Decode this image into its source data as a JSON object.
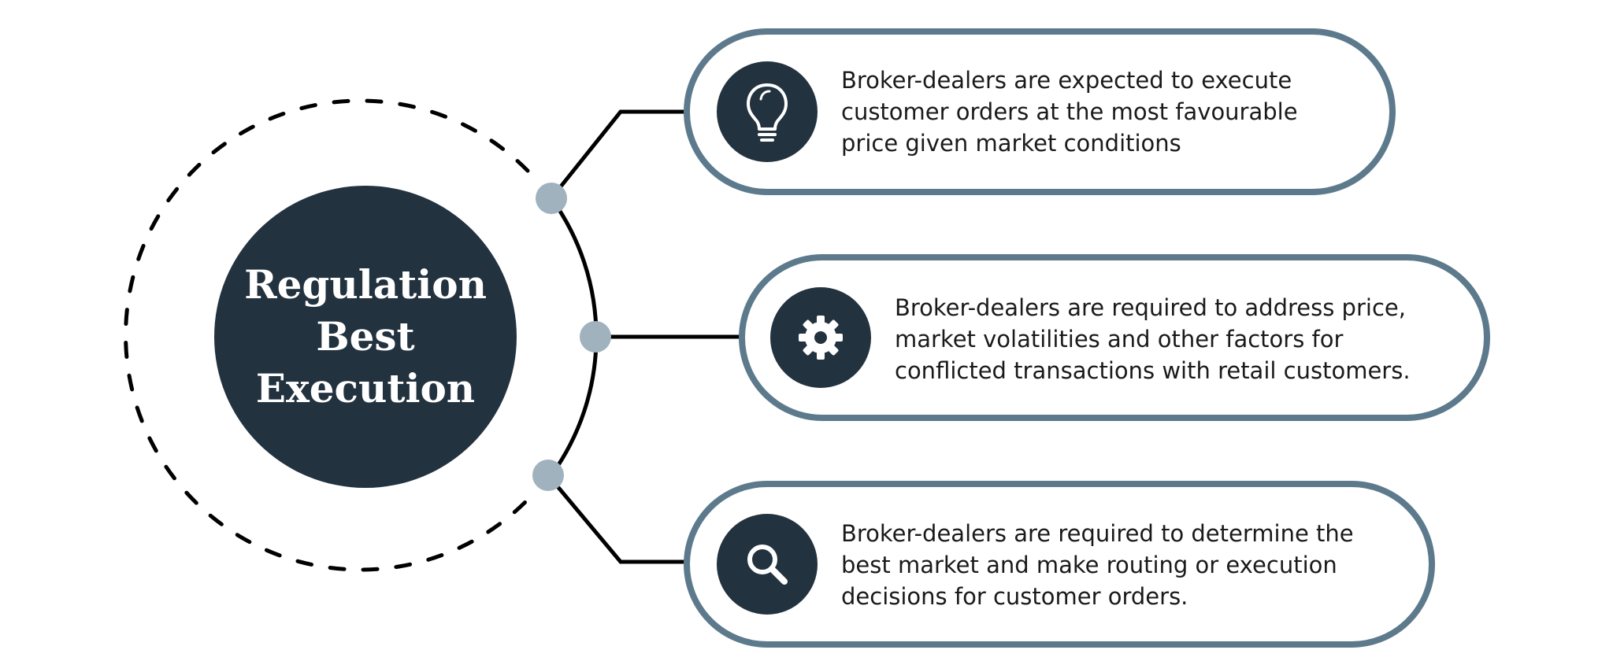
{
  "center": {
    "lines": [
      "Regulation",
      "Best",
      "Execution"
    ]
  },
  "cards": [
    {
      "icon": "lightbulb-icon",
      "lines": [
        "Broker-dealers are expected to execute",
        "customer orders at the most favourable",
        "price given market conditions"
      ]
    },
    {
      "icon": "gear-icon",
      "lines": [
        "Broker-dealers are required to address price,",
        "market volatilities and other factors for",
        "conflicted transactions with retail customers."
      ]
    },
    {
      "icon": "search-icon",
      "lines": [
        "Broker-dealers are required to determine the",
        "best market and make routing or execution",
        "decisions for customer orders."
      ]
    }
  ],
  "colors": {
    "dark_navy": "#23323f",
    "card_border": "#5d7a8c",
    "node_dot": "#a0b2be",
    "connector": "#000000"
  }
}
